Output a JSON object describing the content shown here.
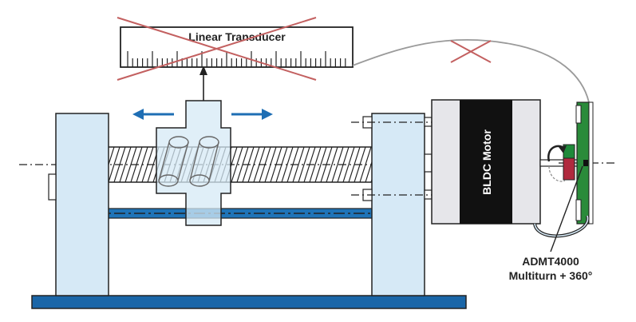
{
  "labels": {
    "transducer": "Linear Transducer",
    "motor": "BLDC Motor",
    "sensor_line1": "ADMT4000",
    "sensor_line2": "Multiturn + 360°"
  },
  "colors": {
    "outline": "#222222",
    "light_blue_fill": "#d6e9f6",
    "base_blue": "#1a66a8",
    "rod_blue": "#1f74b8",
    "arrow_blue": "#1e6eb4",
    "cross_red": "#c36060",
    "cable_gray": "#9a9a9a",
    "motor_gray": "#e6e6ea",
    "motor_black": "#111111",
    "pcb_green": "#2a8b3a",
    "magnet_green": "#1e8a3a",
    "magnet_red": "#b02a3e",
    "white": "#ffffff"
  },
  "icons": {
    "move_left": "arrow-left-icon",
    "move_right": "arrow-right-icon",
    "disabled": "cross-mark-icon",
    "rotation": "rotation-arrow-icon"
  }
}
